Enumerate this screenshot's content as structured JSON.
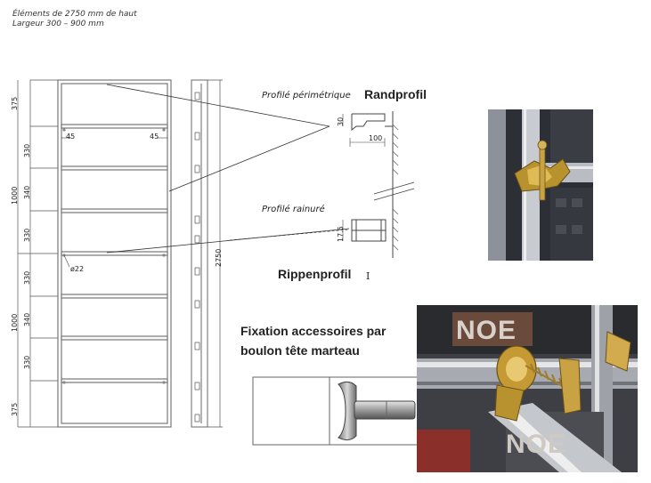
{
  "header": {
    "line1": "Éléments de 2750 mm de haut",
    "line2": "Largeur 300 – 900 mm"
  },
  "profiles": {
    "perimetrique_fr": "Profilé périmétrique",
    "perimetrique_de": "Randprofil",
    "rainure_fr": "Profilé rainuré",
    "rainure_de": "Rippenprofil",
    "rainure_de_suffix": "I"
  },
  "fixation": {
    "line1": "Fixation accessoires par",
    "line2": "boulon tête marteau"
  },
  "dimensions": {
    "top": "375",
    "bottom": "375",
    "seg_330": "330",
    "seg_340": "340",
    "seg_1000": "1000",
    "total": "2750",
    "edge_45_left": "45",
    "edge_45_right": "45",
    "hole": "ø22",
    "rand_height": "30",
    "rand_width": "100",
    "rippen_height": "17.5"
  },
  "photo_text": {
    "noe_top": "NOE",
    "noe_bottom": "NOE"
  }
}
